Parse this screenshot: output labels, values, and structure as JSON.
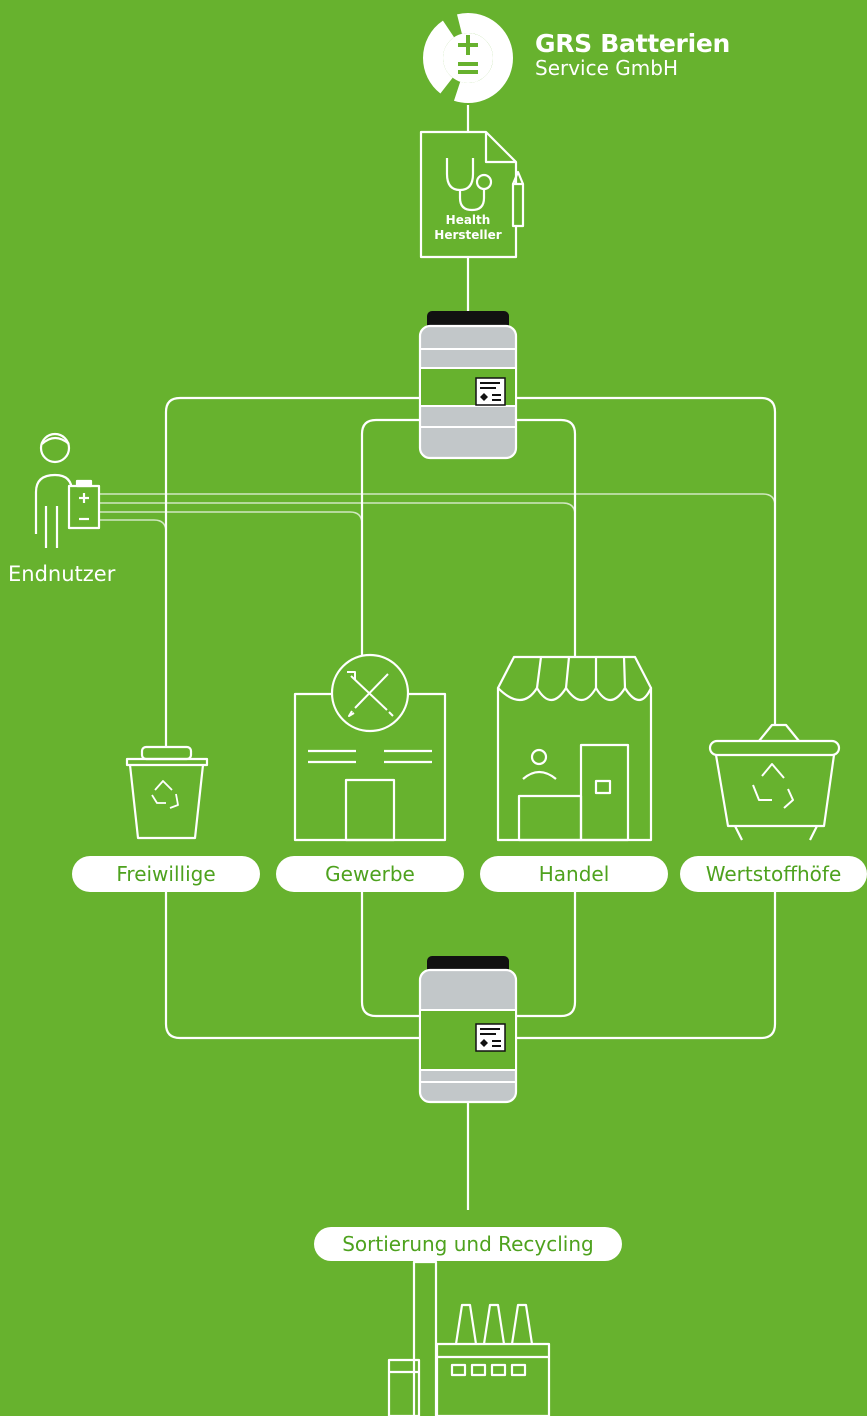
{
  "brand": {
    "line1": "GRS Batterien",
    "line2": "Service GmbH"
  },
  "producer": {
    "line1": "Health",
    "line2": "Hersteller"
  },
  "enduser": {
    "label": "Endnutzer"
  },
  "channels": [
    {
      "label": "Freiwillige",
      "icon": "recycling-bin-icon"
    },
    {
      "label": "Gewerbe",
      "icon": "workshop-building-icon"
    },
    {
      "label": "Handel",
      "icon": "shop-icon"
    },
    {
      "label": "Wertstoffhöfe",
      "icon": "recycling-container-icon"
    }
  ],
  "final": {
    "label": "Sortierung und Recycling",
    "icon": "factory-icon"
  },
  "colors": {
    "background": "#67b22e",
    "line": "#ffffff",
    "battery_body": "#c2c7c9",
    "battery_cap": "#111111",
    "pill_text": "#4ea21e"
  }
}
